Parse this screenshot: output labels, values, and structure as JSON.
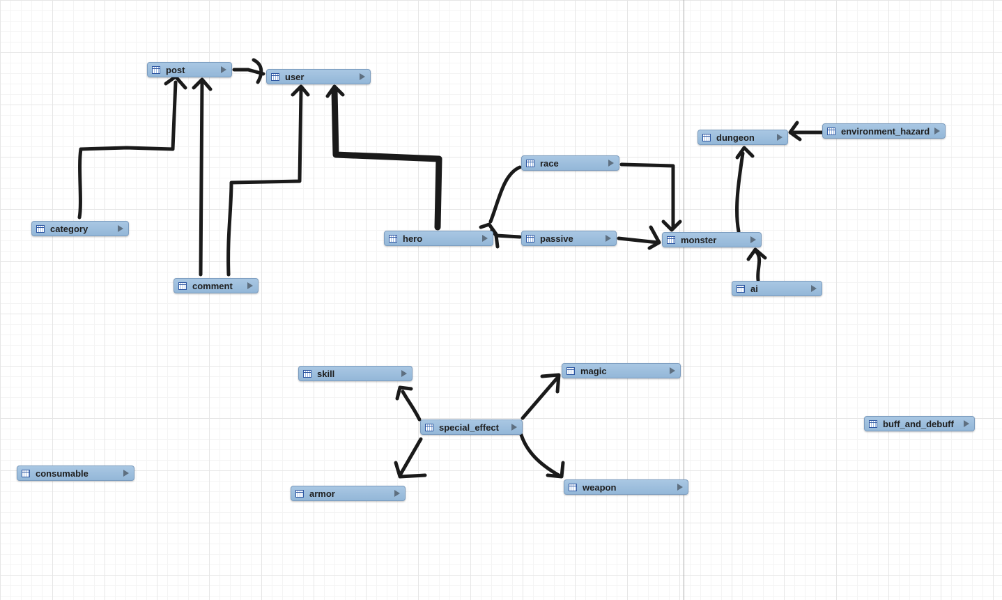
{
  "tables": {
    "post": {
      "name": "post"
    },
    "user": {
      "name": "user"
    },
    "category": {
      "name": "category"
    },
    "comment": {
      "name": "comment"
    },
    "hero": {
      "name": "hero"
    },
    "race": {
      "name": "race"
    },
    "passive": {
      "name": "passive"
    },
    "monster": {
      "name": "monster"
    },
    "dungeon": {
      "name": "dungeon"
    },
    "environment_hazard": {
      "name": "environment_hazard"
    },
    "ai": {
      "name": "ai"
    },
    "skill": {
      "name": "skill"
    },
    "magic": {
      "name": "magic"
    },
    "special_effect": {
      "name": "special_effect"
    },
    "armor": {
      "name": "armor"
    },
    "weapon": {
      "name": "weapon"
    },
    "buff_and_debuff": {
      "name": "buff_and_debuff"
    },
    "consumable": {
      "name": "consumable"
    }
  },
  "relations": [
    {
      "from": "category",
      "to": "post"
    },
    {
      "from": "comment",
      "to": "post"
    },
    {
      "from": "comment",
      "to": "user"
    },
    {
      "from": "post",
      "to": "user"
    },
    {
      "from": "hero",
      "to": "user"
    },
    {
      "from": "race",
      "to": "hero"
    },
    {
      "from": "race",
      "to": "monster"
    },
    {
      "from": "passive",
      "to": "hero"
    },
    {
      "from": "passive",
      "to": "monster"
    },
    {
      "from": "monster",
      "to": "dungeon"
    },
    {
      "from": "environment_hazard",
      "to": "dungeon"
    },
    {
      "from": "ai",
      "to": "monster"
    },
    {
      "from": "special_effect",
      "to": "skill"
    },
    {
      "from": "special_effect",
      "to": "magic"
    },
    {
      "from": "special_effect",
      "to": "armor"
    },
    {
      "from": "special_effect",
      "to": "weapon"
    }
  ],
  "icons": {
    "table": "table-icon",
    "expand": "expand-arrow-icon"
  },
  "colors": {
    "table_fill": "#9ebfdf",
    "table_border": "#7b9cbf",
    "connector": "#1a1a1a",
    "grid": "#e6e6e6",
    "page_divider": "#a8a8a8"
  }
}
